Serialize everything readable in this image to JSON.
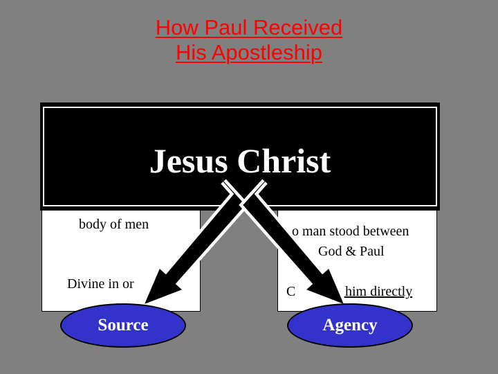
{
  "title": {
    "line1": "How Paul Received",
    "line2": "His Apostleship"
  },
  "banner": {
    "text": "Jesus Christ"
  },
  "left_box": {
    "line1": "body of men",
    "line2": "Divine in or"
  },
  "right_box": {
    "line1": "o man stood between",
    "line2": "God & Paul",
    "line3_prefix": "C",
    "line3_suffix": "o him directly"
  },
  "ovals": {
    "source": "Source",
    "agency": "Agency"
  },
  "colors": {
    "background": "#808080",
    "title": "#ff0000",
    "oval_fill": "#3333cc",
    "banner": "#000000"
  }
}
